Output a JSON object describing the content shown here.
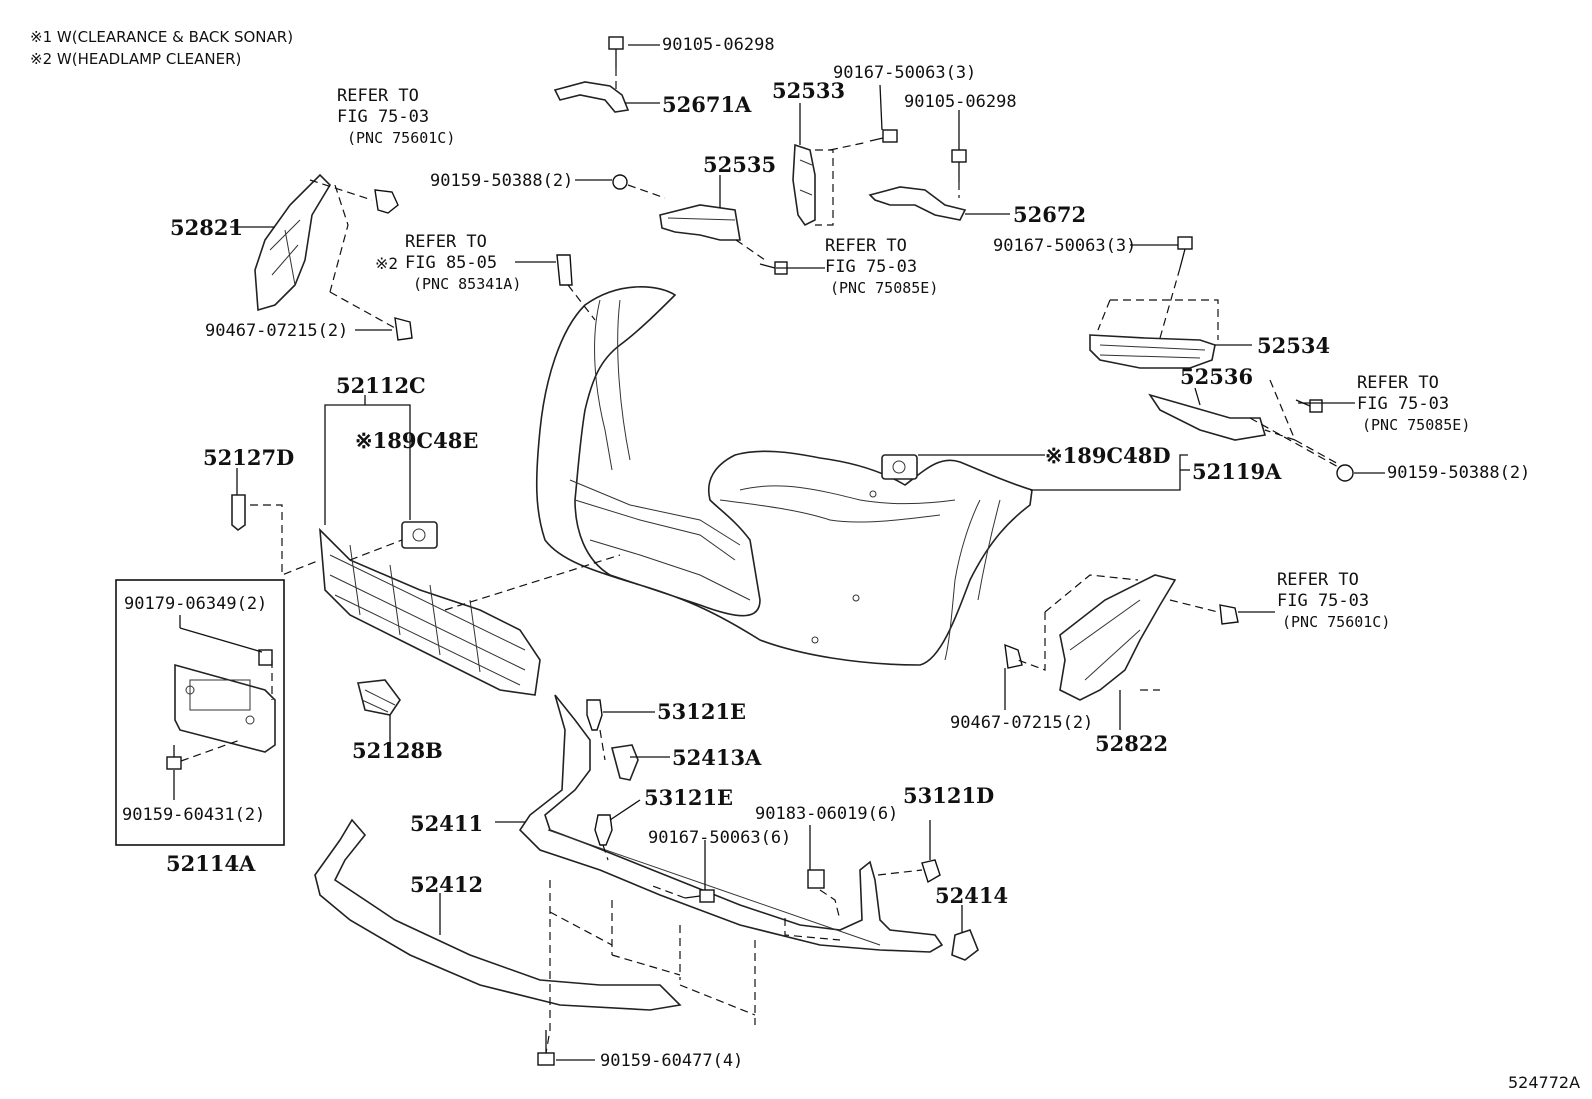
{
  "notes": [
    {
      "id": "n1",
      "text": "※1 W(CLEARANCE & BACK SONAR)"
    },
    {
      "id": "n2",
      "text": "※2 W(HEADLAMP CLEANER)"
    }
  ],
  "figure_id": "524772A",
  "parts": [
    {
      "id": "p90105a",
      "label": "90105-06298"
    },
    {
      "id": "p52671A",
      "label": "52671A"
    },
    {
      "id": "p52533",
      "label": "52533"
    },
    {
      "id": "p90167a",
      "label": "90167-50063(3)"
    },
    {
      "id": "p90105b",
      "label": "90105-06298"
    },
    {
      "id": "p52535",
      "label": "52535"
    },
    {
      "id": "p90159a",
      "label": "90159-50388(2)"
    },
    {
      "id": "p52672",
      "label": "52672"
    },
    {
      "id": "p90167b",
      "label": "90167-50063(3)"
    },
    {
      "id": "p52821",
      "label": "52821"
    },
    {
      "id": "p90467a",
      "label": "90467-07215(2)"
    },
    {
      "id": "p52534",
      "label": "52534"
    },
    {
      "id": "p52536",
      "label": "52536"
    },
    {
      "id": "p52112C",
      "label": "52112C"
    },
    {
      "id": "p89C48E",
      "label": "※189C48E"
    },
    {
      "id": "p52127D",
      "label": "52127D"
    },
    {
      "id": "p89C48D",
      "label": "※189C48D"
    },
    {
      "id": "p52119A",
      "label": "52119A"
    },
    {
      "id": "p90159b",
      "label": "90159-50388(2)"
    },
    {
      "id": "p90179",
      "label": "90179-06349(2)"
    },
    {
      "id": "p90159c",
      "label": "90159-60431(2)"
    },
    {
      "id": "p52114A",
      "label": "52114A"
    },
    {
      "id": "p52128B",
      "label": "52128B"
    },
    {
      "id": "p53121Ea",
      "label": "53121E"
    },
    {
      "id": "p52413A",
      "label": "52413A"
    },
    {
      "id": "p53121Eb",
      "label": "53121E"
    },
    {
      "id": "p90183",
      "label": "90183-06019(6)"
    },
    {
      "id": "p53121D",
      "label": "53121D"
    },
    {
      "id": "p52411",
      "label": "52411"
    },
    {
      "id": "p90167c",
      "label": "90167-50063(6)"
    },
    {
      "id": "p52412",
      "label": "52412"
    },
    {
      "id": "p52414",
      "label": "52414"
    },
    {
      "id": "p90467b",
      "label": "90467-07215(2)"
    },
    {
      "id": "p52822",
      "label": "52822"
    },
    {
      "id": "p90159d",
      "label": "90159-60477(4)"
    }
  ],
  "references": [
    {
      "id": "r1",
      "prefix": "",
      "lines": [
        "REFER TO",
        "FIG 75-03",
        "(PNC 75601C)"
      ]
    },
    {
      "id": "r2",
      "prefix": "※2",
      "lines": [
        "REFER TO",
        "FIG 85-05",
        "(PNC 85341A)"
      ]
    },
    {
      "id": "r3",
      "prefix": "",
      "lines": [
        "REFER TO",
        "FIG 75-03",
        "(PNC 75085E)"
      ]
    },
    {
      "id": "r4",
      "prefix": "",
      "lines": [
        "REFER TO",
        "FIG 75-03",
        "(PNC 75085E)"
      ]
    },
    {
      "id": "r5",
      "prefix": "",
      "lines": [
        "REFER TO",
        "FIG 75-03",
        "(PNC 75601C)"
      ]
    }
  ]
}
